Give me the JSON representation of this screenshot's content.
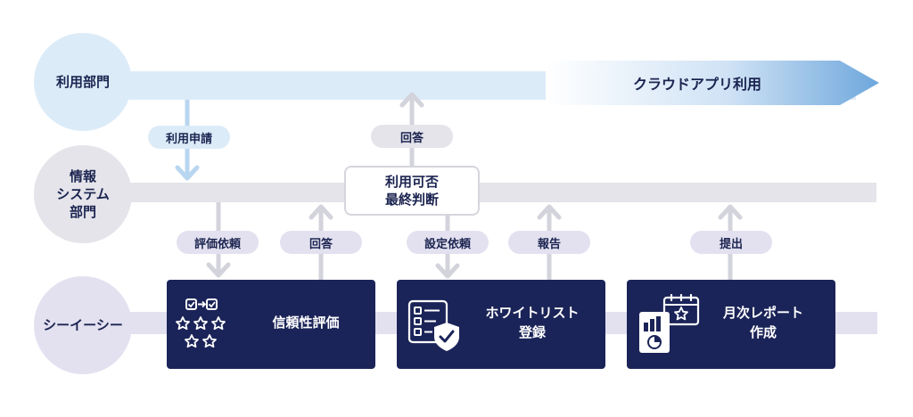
{
  "lanes": {
    "user": {
      "label": "利用部門"
    },
    "info": {
      "label": "情報\nシステム\n部門"
    },
    "cc": {
      "label": "シーイーシー"
    }
  },
  "cloud_use": {
    "label": "クラウドアプリ利用"
  },
  "flows": {
    "usage_request": "利用申請",
    "answer_top": "回答",
    "eval_request": "評価依頼",
    "answer_mid": "回答",
    "settings_request": "設定依頼",
    "report": "報告",
    "submit": "提出"
  },
  "decision": {
    "label": "利用可否\n最終判断"
  },
  "tasks": [
    {
      "label": "信頼性評価",
      "icon": "star-rating-icon"
    },
    {
      "label": "ホワイトリスト\n登録",
      "icon": "checklist-shield-icon"
    },
    {
      "label": "月次レポート\n作成",
      "icon": "monthly-report-icon"
    }
  ],
  "colors": {
    "navy": "#1b2458",
    "user_lane": "#dcebf8",
    "info_lane": "#e4e4ea",
    "cc_lane": "#e3e1f0",
    "arrow_gradient_start": "#ffffff",
    "arrow_gradient_end": "#6ea7dc"
  }
}
